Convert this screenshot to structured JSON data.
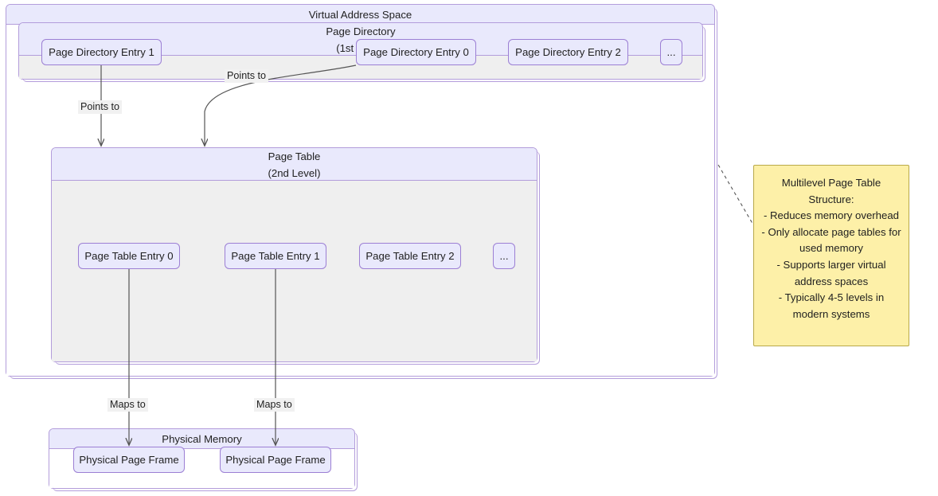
{
  "diagram": {
    "title": "Multilevel Page Table Structure",
    "colors": {
      "container_border": "#b39ddb",
      "container_header_fill": "#e9e9fc",
      "container_body_fill": "#efefef",
      "chip_fill": "#e9e9fc",
      "chip_border": "#9c7fd4",
      "note_fill": "#fdf0a8",
      "note_border": "#b9a94a",
      "edge_stroke": "#555555",
      "edge_label_bg": "#f1f1f1"
    }
  },
  "virtual_address_space": {
    "title": "Virtual Address Space"
  },
  "page_directory": {
    "title": "Page Directory\n(1st Level)",
    "entries": [
      {
        "label": "Page Directory Entry 1"
      },
      {
        "label": "Page Directory Entry 0"
      },
      {
        "label": "Page Directory Entry 2"
      },
      {
        "label": "..."
      }
    ]
  },
  "page_table": {
    "title": "Page Table\n(2nd Level)",
    "entries": [
      {
        "label": "Page Table Entry 0"
      },
      {
        "label": "Page Table Entry 1"
      },
      {
        "label": "Page Table Entry 2"
      },
      {
        "label": "..."
      }
    ]
  },
  "physical_memory": {
    "title": "Physical Memory",
    "frames": [
      {
        "label": "Physical Page Frame"
      },
      {
        "label": "Physical Page Frame"
      }
    ]
  },
  "edges": [
    {
      "label": "Points to",
      "from": "Page Directory Entry 1",
      "to": "Page Table"
    },
    {
      "label": "Points to",
      "from": "Page Directory Entry 0",
      "to": "Page Table"
    },
    {
      "label": "Maps to",
      "from": "Page Table Entry 0",
      "to": "Physical Page Frame"
    },
    {
      "label": "Maps to",
      "from": "Page Table Entry 1",
      "to": "Physical Page Frame"
    }
  ],
  "note": {
    "text": "Multilevel Page Table Structure:\n- Reduces memory overhead\n- Only allocate page tables for used memory\n- Supports larger virtual address spaces\n- Typically 4-5 levels in modern systems"
  }
}
